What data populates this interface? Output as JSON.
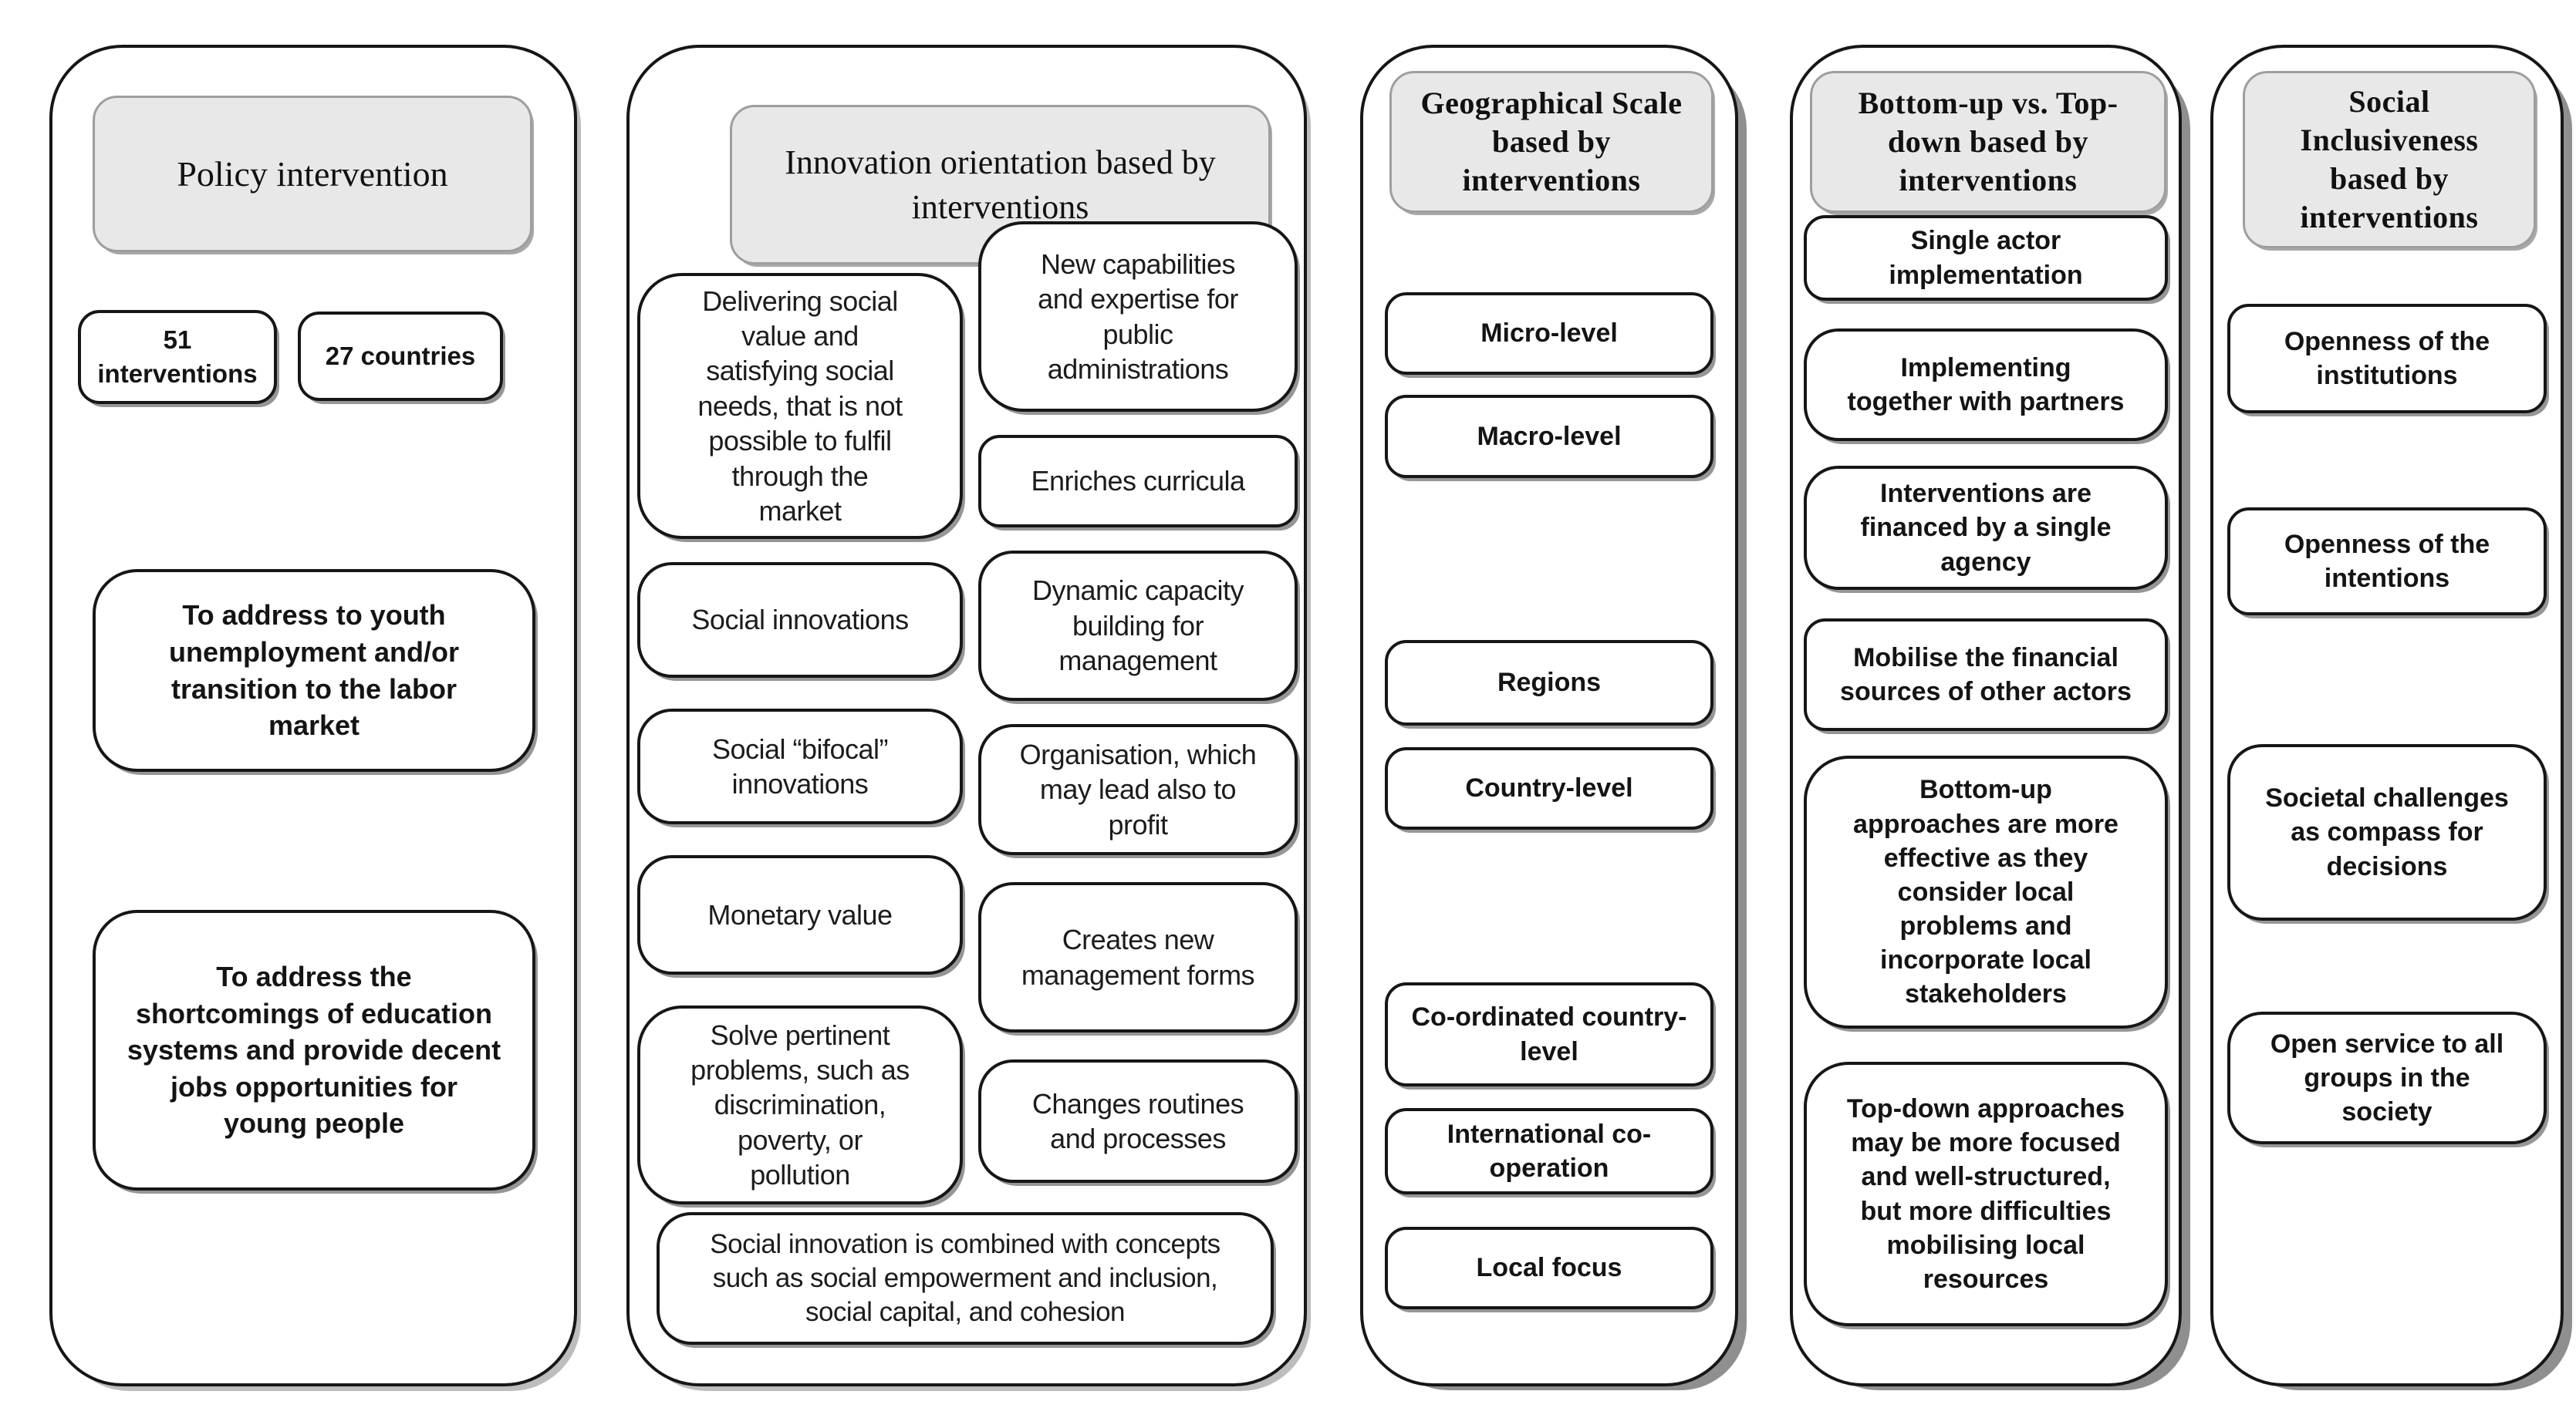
{
  "figure": {
    "colors": {
      "header_fill": "#e8e8e8",
      "header_border": "#9e9e9e",
      "box_border": "#161616",
      "background": "#ffffff"
    },
    "columns": [
      {
        "header": "Policy intervention",
        "stats": [
          {
            "value": "51",
            "label": "interventions"
          },
          {
            "value": "27 countries"
          }
        ],
        "boxes": [
          {
            "text": "To address to youth\nunemployment and/or\ntransition to the labor\nmarket"
          },
          {
            "text": "To address the\nshortcomings of education\nsystems and provide decent\njobs opportunities for\nyoung people"
          }
        ]
      },
      {
        "header": "Innovation orientation based by\ninterventions",
        "left_boxes": [
          {
            "text": "Delivering social\nvalue and\nsatisfying social\nneeds, that is not\npossible to fulfil\nthrough the\nmarket"
          },
          {
            "text": "Social innovations"
          },
          {
            "text": "Social “bifocal”\ninnovations"
          },
          {
            "text": "Monetary value"
          },
          {
            "text": "Solve pertinent\nproblems, such as\ndiscrimination,\npoverty, or\npollution"
          }
        ],
        "right_boxes": [
          {
            "text": "New capabilities\nand expertise for\npublic\nadministrations"
          },
          {
            "text": "Enriches curricula"
          },
          {
            "text": "Dynamic capacity\nbuilding for\nmanagement"
          },
          {
            "text": "Organisation, which\nmay lead also to\nprofit"
          },
          {
            "text": "Creates new\nmanagement forms"
          },
          {
            "text": "Changes routines\nand processes"
          }
        ],
        "bottom_box": {
          "text": "Social innovation is combined with concepts\nsuch as social empowerment and inclusion,\nsocial capital, and cohesion"
        }
      },
      {
        "header": "Geographical Scale\nbased by\ninterventions",
        "boxes": [
          {
            "text": "Micro-level"
          },
          {
            "text": "Macro-level"
          },
          {
            "text": "Regions"
          },
          {
            "text": "Country-level"
          },
          {
            "text": "Co-ordinated country-\nlevel"
          },
          {
            "text": "International co-\noperation"
          },
          {
            "text": "Local focus"
          }
        ]
      },
      {
        "header": "Bottom-up vs. Top-\ndown based by\ninterventions",
        "boxes": [
          {
            "text": "Single actor\nimplementation"
          },
          {
            "text": "Implementing\ntogether with partners"
          },
          {
            "text": "Interventions are\nfinanced by a single\nagency"
          },
          {
            "text": "Mobilise the financial\nsources of other actors"
          },
          {
            "text": "Bottom-up\napproaches are more\neffective as they\nconsider local\nproblems and\nincorporate local\nstakeholders"
          },
          {
            "text": "Top-down approaches\nmay be more focused\nand well-structured,\nbut more difficulties\nmobilising local\nresources"
          }
        ]
      },
      {
        "header": "Social\nInclusiveness\nbased by\ninterventions",
        "boxes": [
          {
            "text": "Openness of the\ninstitutions"
          },
          {
            "text": "Openness of the\nintentions"
          },
          {
            "text": "Societal challenges\nas compass for\ndecisions"
          },
          {
            "text": "Open service to all\ngroups in the\nsociety"
          }
        ]
      }
    ]
  }
}
